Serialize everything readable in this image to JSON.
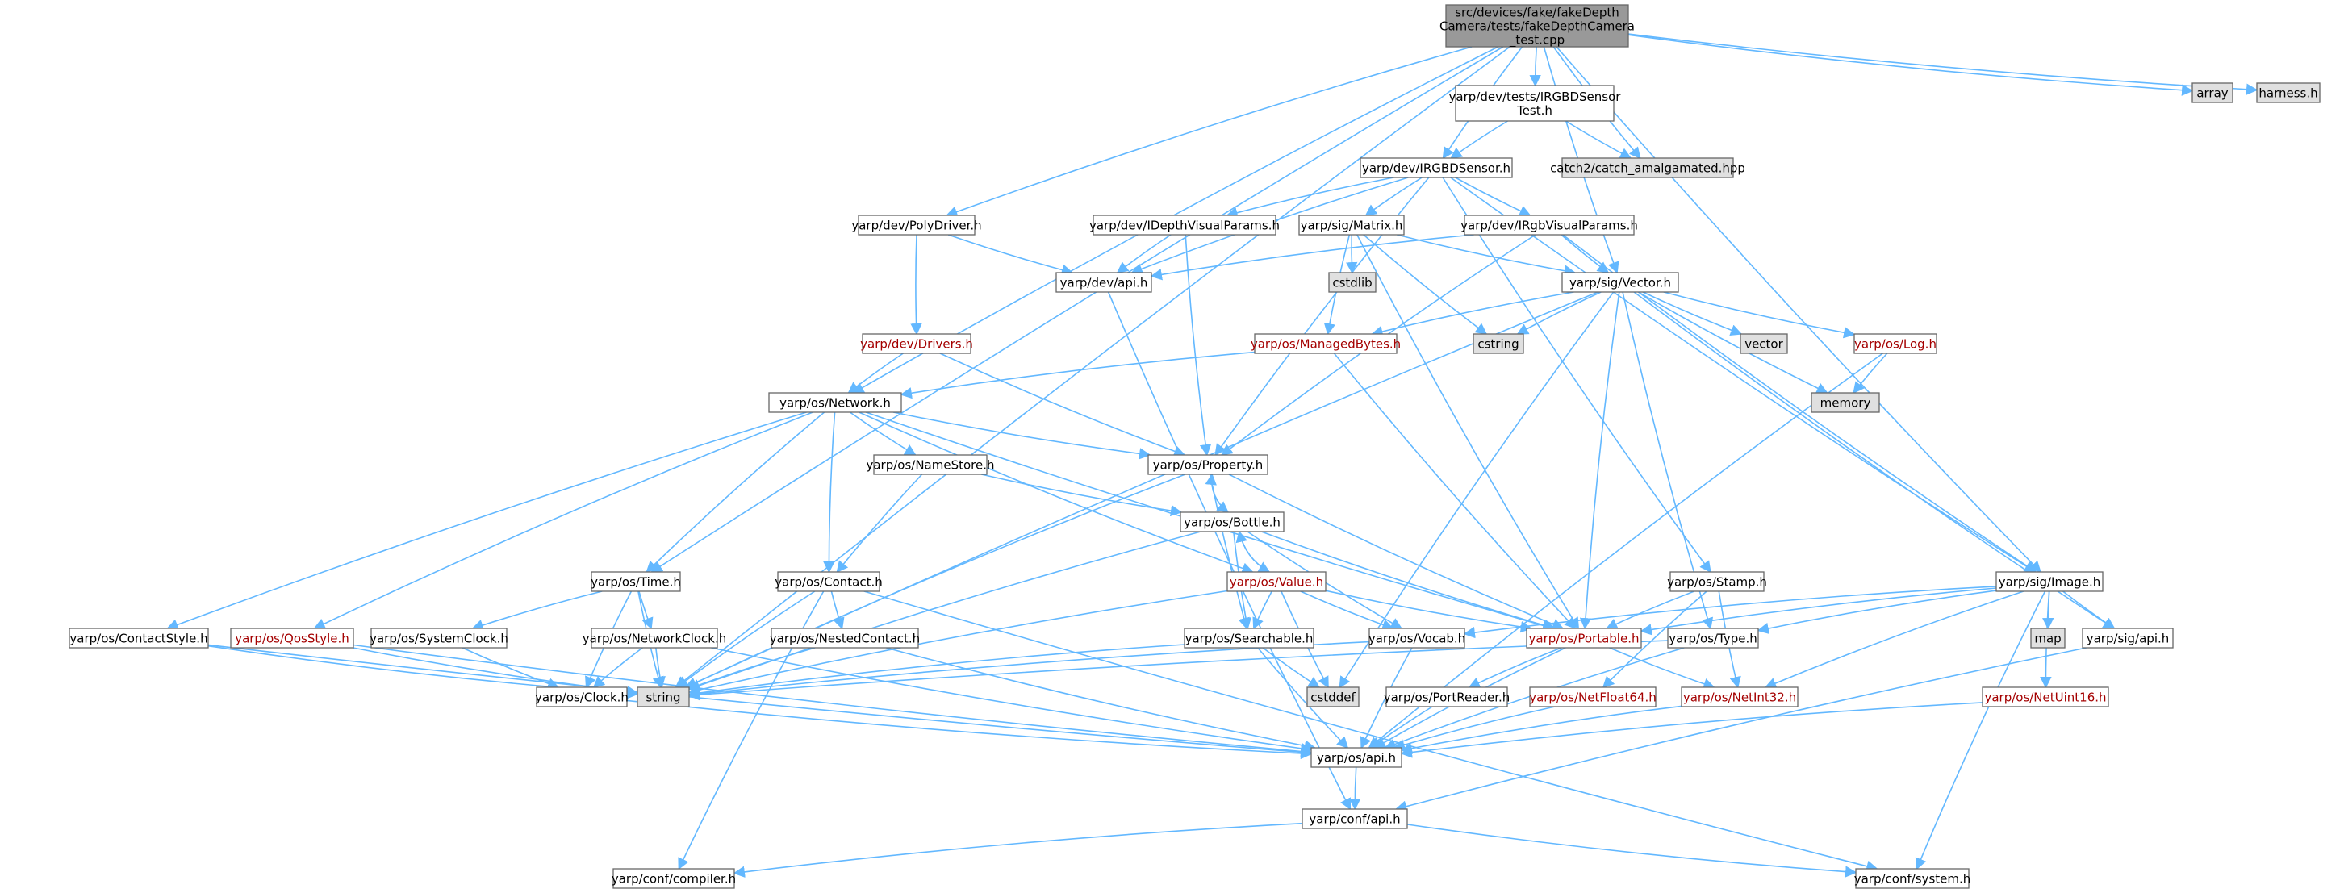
{
  "colors": {
    "edge": "#63b8ff",
    "node_border": "#666666",
    "node_fill": "#ffffff",
    "root_fill": "#999999",
    "system_fill": "#e0e0e0",
    "truncated_border": "#ff0000",
    "text": "#000000",
    "truncated_text": "#a40000"
  },
  "nodes": [
    {
      "id": "root",
      "kind": "root",
      "lines": [
        "src/devices/fake/fakeDepth",
        "Camera/tests/fakeDepthCamera",
        "_test.cpp"
      ]
    },
    {
      "id": "array",
      "kind": "system",
      "lines": [
        "array"
      ]
    },
    {
      "id": "harness",
      "kind": "system",
      "lines": [
        "harness.h"
      ]
    },
    {
      "id": "irgbdtest",
      "kind": "normal",
      "lines": [
        "yarp/dev/tests/IRGBDSensor",
        "Test.h"
      ]
    },
    {
      "id": "irgbd",
      "kind": "normal",
      "lines": [
        "yarp/dev/IRGBDSensor.h"
      ]
    },
    {
      "id": "catch2",
      "kind": "system",
      "lines": [
        "catch2/catch_amalgamated.hpp"
      ]
    },
    {
      "id": "polydriver",
      "kind": "normal",
      "lines": [
        "yarp/dev/PolyDriver.h"
      ]
    },
    {
      "id": "idepth",
      "kind": "normal",
      "lines": [
        "yarp/dev/IDepthVisualParams.h"
      ]
    },
    {
      "id": "matrix",
      "kind": "normal",
      "lines": [
        "yarp/sig/Matrix.h"
      ]
    },
    {
      "id": "irgbvisual",
      "kind": "normal",
      "lines": [
        "yarp/dev/IRgbVisualParams.h"
      ]
    },
    {
      "id": "cstdlib",
      "kind": "system",
      "lines": [
        "cstdlib"
      ]
    },
    {
      "id": "devapi",
      "kind": "normal",
      "lines": [
        "yarp/dev/api.h"
      ]
    },
    {
      "id": "vector",
      "kind": "normal",
      "lines": [
        "yarp/sig/Vector.h"
      ]
    },
    {
      "id": "drivers",
      "kind": "truncated",
      "lines": [
        "yarp/dev/Drivers.h"
      ]
    },
    {
      "id": "managedbytes",
      "kind": "truncated",
      "lines": [
        "yarp/os/ManagedBytes.h"
      ]
    },
    {
      "id": "cstring",
      "kind": "system",
      "lines": [
        "cstring"
      ]
    },
    {
      "id": "stdvector",
      "kind": "system",
      "lines": [
        "vector"
      ]
    },
    {
      "id": "log",
      "kind": "truncated",
      "lines": [
        "yarp/os/Log.h"
      ]
    },
    {
      "id": "memory",
      "kind": "system",
      "lines": [
        "memory"
      ]
    },
    {
      "id": "network",
      "kind": "normal",
      "lines": [
        "yarp/os/Network.h"
      ]
    },
    {
      "id": "namestore",
      "kind": "normal",
      "lines": [
        "yarp/os/NameStore.h"
      ]
    },
    {
      "id": "property",
      "kind": "normal",
      "lines": [
        "yarp/os/Property.h"
      ]
    },
    {
      "id": "bottle",
      "kind": "normal",
      "lines": [
        "yarp/os/Bottle.h"
      ]
    },
    {
      "id": "time",
      "kind": "normal",
      "lines": [
        "yarp/os/Time.h"
      ]
    },
    {
      "id": "contact",
      "kind": "normal",
      "lines": [
        "yarp/os/Contact.h"
      ]
    },
    {
      "id": "value",
      "kind": "truncated",
      "lines": [
        "yarp/os/Value.h"
      ]
    },
    {
      "id": "stamp",
      "kind": "normal",
      "lines": [
        "yarp/os/Stamp.h"
      ]
    },
    {
      "id": "image",
      "kind": "normal",
      "lines": [
        "yarp/sig/Image.h"
      ]
    },
    {
      "id": "contactstyle",
      "kind": "normal",
      "lines": [
        "yarp/os/ContactStyle.h"
      ]
    },
    {
      "id": "qosstyle",
      "kind": "truncated",
      "lines": [
        "yarp/os/QosStyle.h"
      ]
    },
    {
      "id": "systemclock",
      "kind": "normal",
      "lines": [
        "yarp/os/SystemClock.h"
      ]
    },
    {
      "id": "networkclock",
      "kind": "normal",
      "lines": [
        "yarp/os/NetworkClock.h"
      ]
    },
    {
      "id": "nestedcontact",
      "kind": "normal",
      "lines": [
        "yarp/os/NestedContact.h"
      ]
    },
    {
      "id": "searchable",
      "kind": "normal",
      "lines": [
        "yarp/os/Searchable.h"
      ]
    },
    {
      "id": "vocab",
      "kind": "normal",
      "lines": [
        "yarp/os/Vocab.h"
      ]
    },
    {
      "id": "portable",
      "kind": "truncated",
      "lines": [
        "yarp/os/Portable.h"
      ]
    },
    {
      "id": "type",
      "kind": "normal",
      "lines": [
        "yarp/os/Type.h"
      ]
    },
    {
      "id": "map",
      "kind": "system",
      "lines": [
        "map"
      ]
    },
    {
      "id": "sigapi",
      "kind": "normal",
      "lines": [
        "yarp/sig/api.h"
      ]
    },
    {
      "id": "string",
      "kind": "system",
      "lines": [
        "string"
      ]
    },
    {
      "id": "clock",
      "kind": "normal",
      "lines": [
        "yarp/os/Clock.h"
      ]
    },
    {
      "id": "cstddef",
      "kind": "system",
      "lines": [
        "cstddef"
      ]
    },
    {
      "id": "portreader",
      "kind": "normal",
      "lines": [
        "yarp/os/PortReader.h"
      ]
    },
    {
      "id": "netfloat64",
      "kind": "truncated",
      "lines": [
        "yarp/os/NetFloat64.h"
      ]
    },
    {
      "id": "netint32",
      "kind": "truncated",
      "lines": [
        "yarp/os/NetInt32.h"
      ]
    },
    {
      "id": "netuint16",
      "kind": "truncated",
      "lines": [
        "yarp/os/NetUint16.h"
      ]
    },
    {
      "id": "osapi",
      "kind": "normal",
      "lines": [
        "yarp/os/api.h"
      ]
    },
    {
      "id": "confapi",
      "kind": "normal",
      "lines": [
        "yarp/conf/api.h"
      ]
    },
    {
      "id": "compiler",
      "kind": "normal",
      "lines": [
        "yarp/conf/compiler.h"
      ]
    },
    {
      "id": "system",
      "kind": "normal",
      "lines": [
        "yarp/conf/system.h"
      ]
    }
  ],
  "edges": [
    [
      "root",
      "array"
    ],
    [
      "root",
      "harness"
    ],
    [
      "root",
      "irgbdtest"
    ],
    [
      "root",
      "irgbd"
    ],
    [
      "root",
      "catch2"
    ],
    [
      "root",
      "polydriver"
    ],
    [
      "root",
      "vector"
    ],
    [
      "root",
      "network"
    ],
    [
      "root",
      "time"
    ],
    [
      "root",
      "image"
    ],
    [
      "root",
      "string"
    ],
    [
      "irgbdtest",
      "irgbd"
    ],
    [
      "irgbdtest",
      "catch2"
    ],
    [
      "irgbd",
      "devapi"
    ],
    [
      "irgbd",
      "idepth"
    ],
    [
      "irgbd",
      "matrix"
    ],
    [
      "irgbd",
      "irgbvisual"
    ],
    [
      "irgbd",
      "property"
    ],
    [
      "irgbd",
      "stamp"
    ],
    [
      "irgbd",
      "image"
    ],
    [
      "polydriver",
      "devapi"
    ],
    [
      "polydriver",
      "drivers"
    ],
    [
      "idepth",
      "devapi"
    ],
    [
      "idepth",
      "property"
    ],
    [
      "matrix",
      "cstdlib"
    ],
    [
      "matrix",
      "cstring"
    ],
    [
      "matrix",
      "managedbytes"
    ],
    [
      "matrix",
      "vector"
    ],
    [
      "matrix",
      "portable"
    ],
    [
      "irgbvisual",
      "devapi"
    ],
    [
      "irgbvisual",
      "vector"
    ],
    [
      "irgbvisual",
      "image"
    ],
    [
      "irgbvisual",
      "property"
    ],
    [
      "devapi",
      "confapi"
    ],
    [
      "vector",
      "managedbytes"
    ],
    [
      "vector",
      "cstring"
    ],
    [
      "vector",
      "stdvector"
    ],
    [
      "vector",
      "log"
    ],
    [
      "vector",
      "memory"
    ],
    [
      "vector",
      "sigapi"
    ],
    [
      "vector",
      "string"
    ],
    [
      "vector",
      "portable"
    ],
    [
      "vector",
      "type"
    ],
    [
      "vector",
      "cstddef"
    ],
    [
      "drivers",
      "network"
    ],
    [
      "drivers",
      "property"
    ],
    [
      "managedbytes",
      "network"
    ],
    [
      "managedbytes",
      "portable"
    ],
    [
      "log",
      "memory"
    ],
    [
      "log",
      "osapi"
    ],
    [
      "network",
      "namestore"
    ],
    [
      "network",
      "property"
    ],
    [
      "network",
      "contact"
    ],
    [
      "network",
      "time"
    ],
    [
      "network",
      "value"
    ],
    [
      "network",
      "portable"
    ],
    [
      "network",
      "contactstyle"
    ],
    [
      "network",
      "qosstyle"
    ],
    [
      "namestore",
      "contact"
    ],
    [
      "namestore",
      "bottle"
    ],
    [
      "property",
      "bottle"
    ],
    [
      "property",
      "string"
    ],
    [
      "property",
      "searchable"
    ],
    [
      "property",
      "portable"
    ],
    [
      "bottle",
      "property"
    ],
    [
      "bottle",
      "value"
    ],
    [
      "bottle",
      "string"
    ],
    [
      "bottle",
      "portable"
    ],
    [
      "bottle",
      "searchable"
    ],
    [
      "bottle",
      "vocab"
    ],
    [
      "value",
      "bottle"
    ],
    [
      "value",
      "searchable"
    ],
    [
      "value",
      "vocab"
    ],
    [
      "value",
      "portable"
    ],
    [
      "value",
      "string"
    ],
    [
      "value",
      "cstddef"
    ],
    [
      "time",
      "systemclock"
    ],
    [
      "time",
      "networkclock"
    ],
    [
      "time",
      "clock"
    ],
    [
      "time",
      "string"
    ],
    [
      "contact",
      "nestedcontact"
    ],
    [
      "contact",
      "string"
    ],
    [
      "contact",
      "system"
    ],
    [
      "contact",
      "compiler"
    ],
    [
      "stamp",
      "portable"
    ],
    [
      "stamp",
      "netint32"
    ],
    [
      "stamp",
      "netfloat64"
    ],
    [
      "image",
      "portable"
    ],
    [
      "image",
      "vocab"
    ],
    [
      "image",
      "type"
    ],
    [
      "image",
      "map"
    ],
    [
      "image",
      "sigapi"
    ],
    [
      "image",
      "netint32"
    ],
    [
      "image",
      "netuint16"
    ],
    [
      "image",
      "system"
    ],
    [
      "contactstyle",
      "string"
    ],
    [
      "contactstyle",
      "osapi"
    ],
    [
      "qosstyle",
      "string"
    ],
    [
      "qosstyle",
      "osapi"
    ],
    [
      "systemclock",
      "clock"
    ],
    [
      "networkclock",
      "clock"
    ],
    [
      "networkclock",
      "string"
    ],
    [
      "networkclock",
      "osapi"
    ],
    [
      "nestedcontact",
      "string"
    ],
    [
      "nestedcontact",
      "osapi"
    ],
    [
      "searchable",
      "string"
    ],
    [
      "searchable",
      "cstddef"
    ],
    [
      "searchable",
      "osapi"
    ],
    [
      "vocab",
      "string"
    ],
    [
      "vocab",
      "osapi"
    ],
    [
      "portable",
      "portreader"
    ],
    [
      "portable",
      "netint32"
    ],
    [
      "portable",
      "osapi"
    ],
    [
      "type",
      "string"
    ],
    [
      "type",
      "osapi"
    ],
    [
      "sigapi",
      "confapi"
    ],
    [
      "clock",
      "osapi"
    ],
    [
      "portreader",
      "osapi"
    ],
    [
      "netfloat64",
      "osapi"
    ],
    [
      "netint32",
      "osapi"
    ],
    [
      "netuint16",
      "osapi"
    ],
    [
      "osapi",
      "confapi"
    ],
    [
      "confapi",
      "compiler"
    ],
    [
      "confapi",
      "system"
    ]
  ]
}
